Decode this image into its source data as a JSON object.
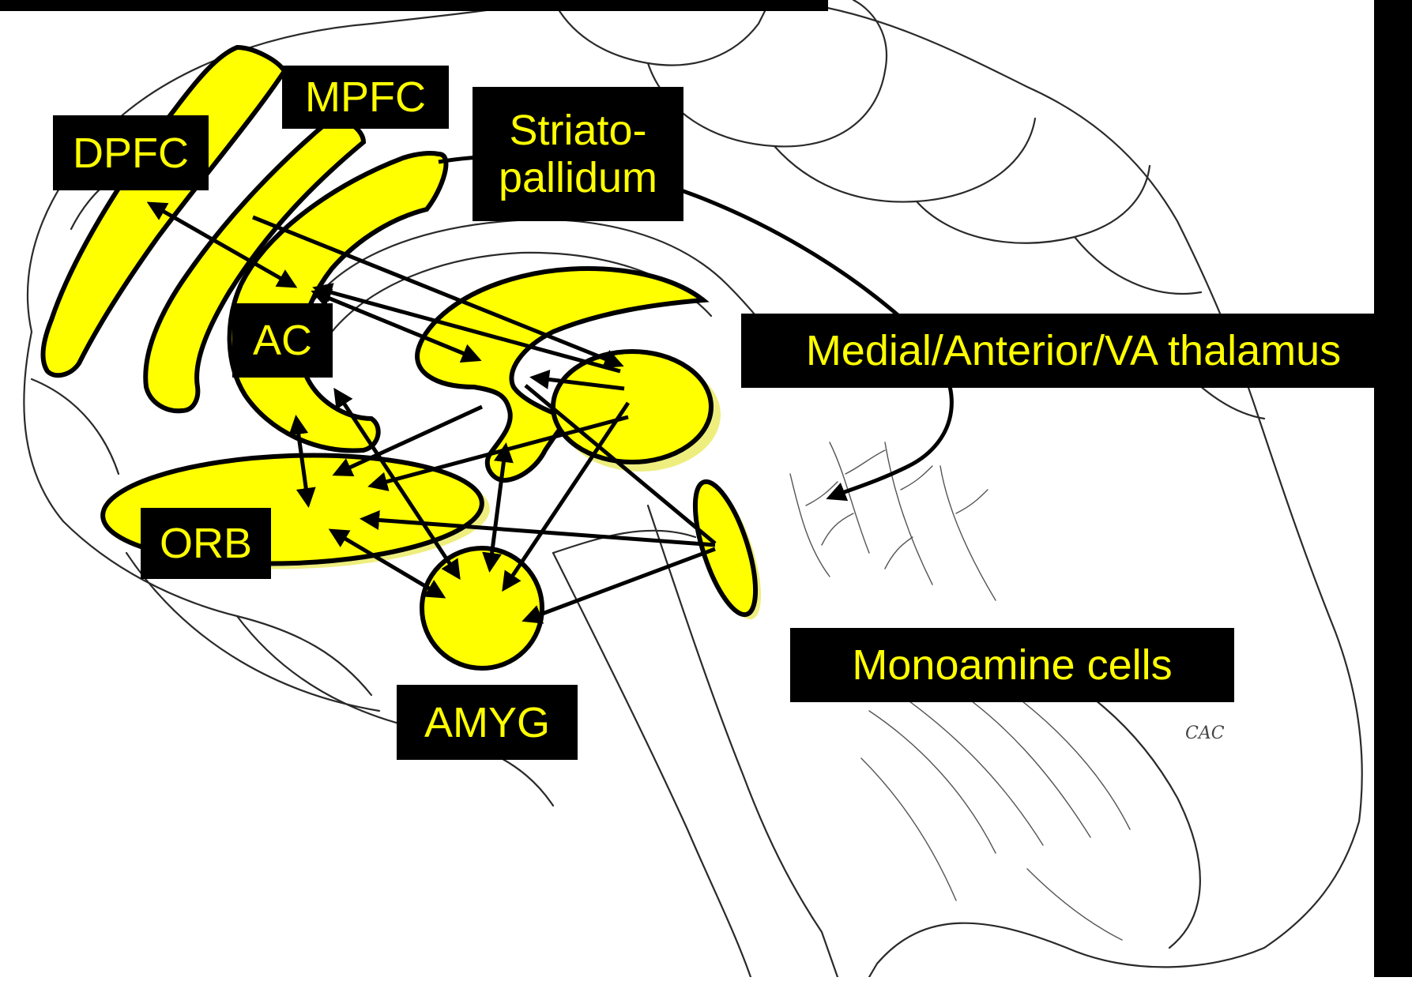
{
  "regions": {
    "dpfc": "DPFC",
    "mpfc": "MPFC",
    "striatopallidum_line1": "Striato-",
    "striatopallidum_line2": "pallidum",
    "ac": "AC",
    "thalamus": "Medial/Anterior/VA thalamus",
    "orb": "ORB",
    "amyg": "AMYG",
    "monoamine": "Monoamine cells"
  },
  "signature": "CAC",
  "colors": {
    "region_fill": "#ffff00",
    "label_text": "#ffff00",
    "label_background": "#000000",
    "arrow": "#000000"
  }
}
